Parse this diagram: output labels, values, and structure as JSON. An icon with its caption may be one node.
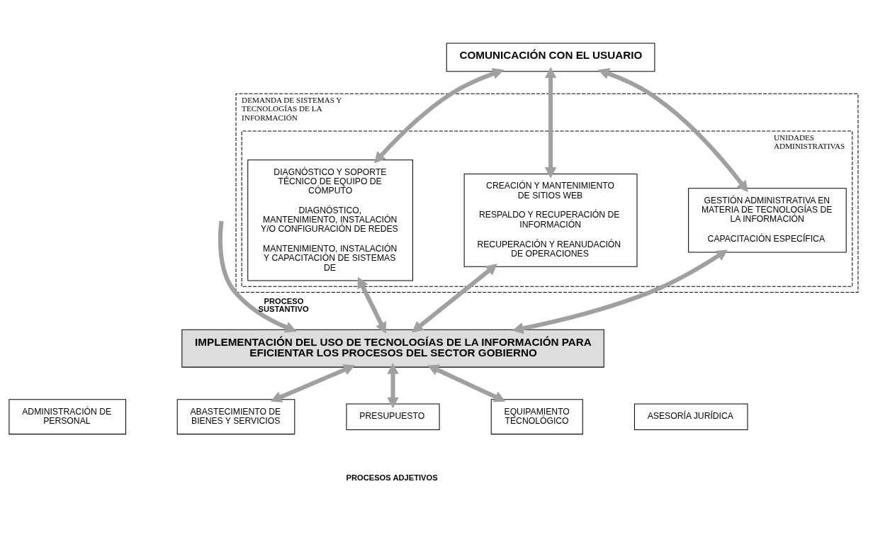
{
  "diagram": {
    "nodes": [
      {
        "text": [
          "COMUNICACIÓN CON EL USUARIO"
        ]
      },
      {
        "text": [
          "DEMANDA DE SISTEMAS Y TECNOLOGÍAS DE LA INFORMACIÓN"
        ]
      },
      {
        "text": [
          "UNIDADES ADMINISTRATIVAS"
        ],
        "in": 1
      },
      {
        "text": [
          "DIAGNÓSTICO Y SOPORTE TÉCNICO DE EQUIPO DE CÓMPUTO",
          "DIAGNÓSTICO, MANTENIMIENTO, INSTALACIÓN Y/O CONFIGURACIÓN DE REDES",
          "MANTENIMIENTO, INSTALACIÓN Y CAPACITACIÓN DE SISTEMAS DE"
        ],
        "in": 2
      },
      {
        "text": [
          "CREACIÓN Y MANTENIMIENTO DE SITIOS WEB",
          "RESPALDO Y RECUPERACIÓN DE INFORMACIÓN",
          "RECUPERACIÓN Y REANUDACIÓN DE OPERACIONES"
        ],
        "in": 2
      },
      {
        "text": [
          "GESTIÓN ADMINISTRATIVA EN MATERIA DE TECNOLOGÍAS DE LA INFORMACIÓN",
          "CAPACITACIÓN ESPECÍFICA"
        ],
        "in": 2
      },
      {
        "text": [
          "IMPLEMENTACIÓN DEL USO DE TECNOLOGÍAS DE LA INFORMACIÓN PARA EFICIENTAR LOS PROCESOS DEL SECTOR GOBIERNO"
        ]
      },
      {
        "text": [
          "ADMINISTRACIÓN DE PERSONAL"
        ]
      },
      {
        "text": [
          "ABASTECIMIENTO DE BIENES Y SERVICIOS"
        ]
      },
      {
        "text": [
          "PRESUPUESTO"
        ]
      },
      {
        "text": [
          "EQUIPAMIENTO TECNOLÓGICO"
        ]
      },
      {
        "text": [
          "ASESORÍA JURÍDICA"
        ]
      }
    ],
    "edges": [
      {
        "from": 0,
        "to": 3,
        "arrow": "both"
      },
      {
        "from": 0,
        "to": 4,
        "arrow": "both"
      },
      {
        "from": 0,
        "to": 5,
        "arrow": "both"
      },
      {
        "from": 3,
        "to": 6,
        "arrow": "both"
      },
      {
        "from": 4,
        "to": 6,
        "arrow": "both"
      },
      {
        "from": 5,
        "to": 6,
        "arrow": "both"
      },
      {
        "from": null,
        "to": 6,
        "arrow": "to",
        "label": "PROCESO SUSTANTIVO"
      },
      {
        "from": 6,
        "to": 8,
        "arrow": "both"
      },
      {
        "from": 6,
        "to": 9,
        "arrow": "both"
      },
      {
        "from": 6,
        "to": 10,
        "arrow": "both"
      }
    ],
    "labels": [
      "PROCESOS ADJETIVOS"
    ]
  }
}
